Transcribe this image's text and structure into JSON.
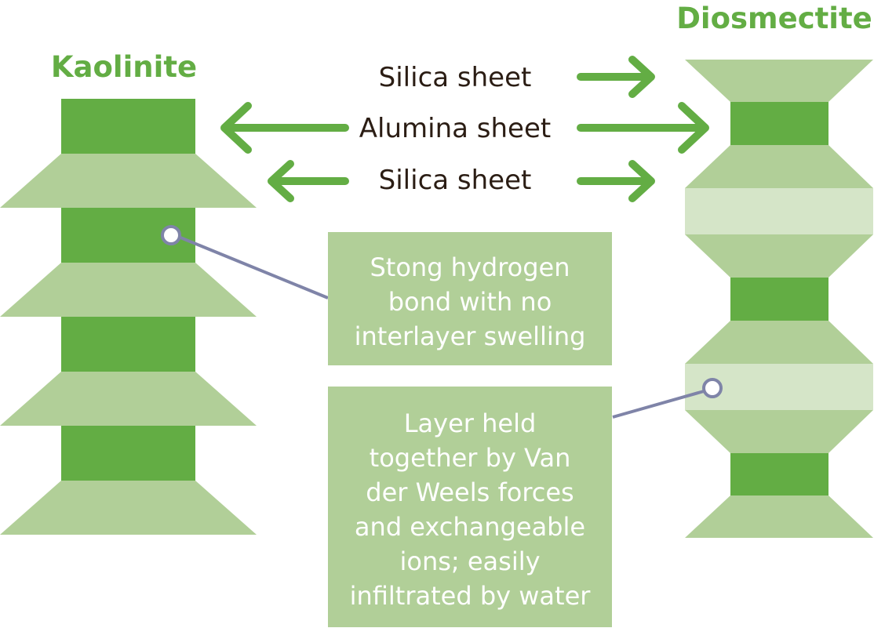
{
  "titles": {
    "left": "Kaolinite",
    "right": "Diosmectite"
  },
  "sheet_labels": {
    "top": "Silica sheet",
    "middle": "Alumina sheet",
    "bottom": "Silica sheet"
  },
  "notes": {
    "kaolinite": [
      "Stong hydrogen",
      "bond with no",
      "interlayer swelling"
    ],
    "diosmectite": [
      "Layer held",
      "together by Van",
      "der Weels forces",
      "and exchangeable",
      "ions; easily",
      "infiltrated by water"
    ]
  },
  "colors": {
    "alumina": "#63ad44",
    "silica": "#b1cf98",
    "interlayer": "#d5e5c8",
    "title": "#63ad44",
    "label": "#2b1d14",
    "connector": "#7f84a8",
    "note_background": "#b1cf98",
    "note_text": "#ffffff"
  }
}
